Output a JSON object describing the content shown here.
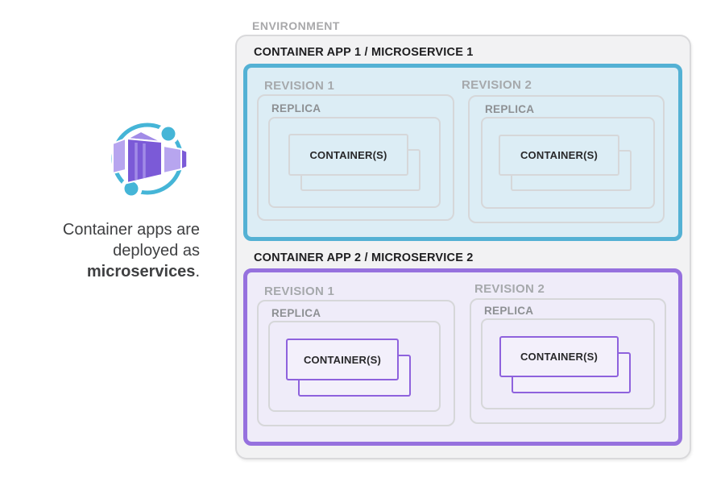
{
  "icon": {
    "name": "azure-container-apps-logo"
  },
  "caption": {
    "line1": "Container apps are",
    "line2": "deployed as",
    "line3_bold": "microservices",
    "line3_suffix": "."
  },
  "environment": {
    "label": "ENVIRONMENT",
    "apps": [
      {
        "title": "CONTAINER APP 1 / MICROSERVICE 1",
        "accent": "teal",
        "revisions": [
          {
            "label": "REVISION 1",
            "replica": "REPLICA",
            "containers": "CONTAINER(S)"
          },
          {
            "label": "REVISION 2",
            "replica": "REPLICA",
            "containers": "CONTAINER(S)"
          }
        ]
      },
      {
        "title": "CONTAINER APP 2 / MICROSERVICE 2",
        "accent": "purple",
        "revisions": [
          {
            "label": "REVISION 1",
            "replica": "REPLICA",
            "containers": "CONTAINER(S)"
          },
          {
            "label": "REVISION 2",
            "replica": "REPLICA",
            "containers": "CONTAINER(S)"
          }
        ]
      }
    ]
  },
  "colors": {
    "env_fill": "#f2f2f3",
    "env_border": "#d9d9db",
    "inner_border": "#d6d7d9",
    "teal_border": "#54b1d4",
    "teal_fill": "#dcedf5",
    "purple_border": "#9671de",
    "purple_fill": "#efecf9",
    "purple_card_border": "#8e62dd",
    "purple_card_fill": "#f3f0fb",
    "label_gray": "#a8a8aa",
    "revision_gray": "#a6a9ac",
    "replica_gray": "#8d9093",
    "title_dark": "#1d1d1f",
    "container_text": "#28282a",
    "caption_color": "#3f4042",
    "icon_teal": "#45b5d7",
    "icon_purple_dark": "#7b5ad7",
    "icon_purple_mid": "#a18be7",
    "icon_purple_light": "#b7a5ef"
  }
}
